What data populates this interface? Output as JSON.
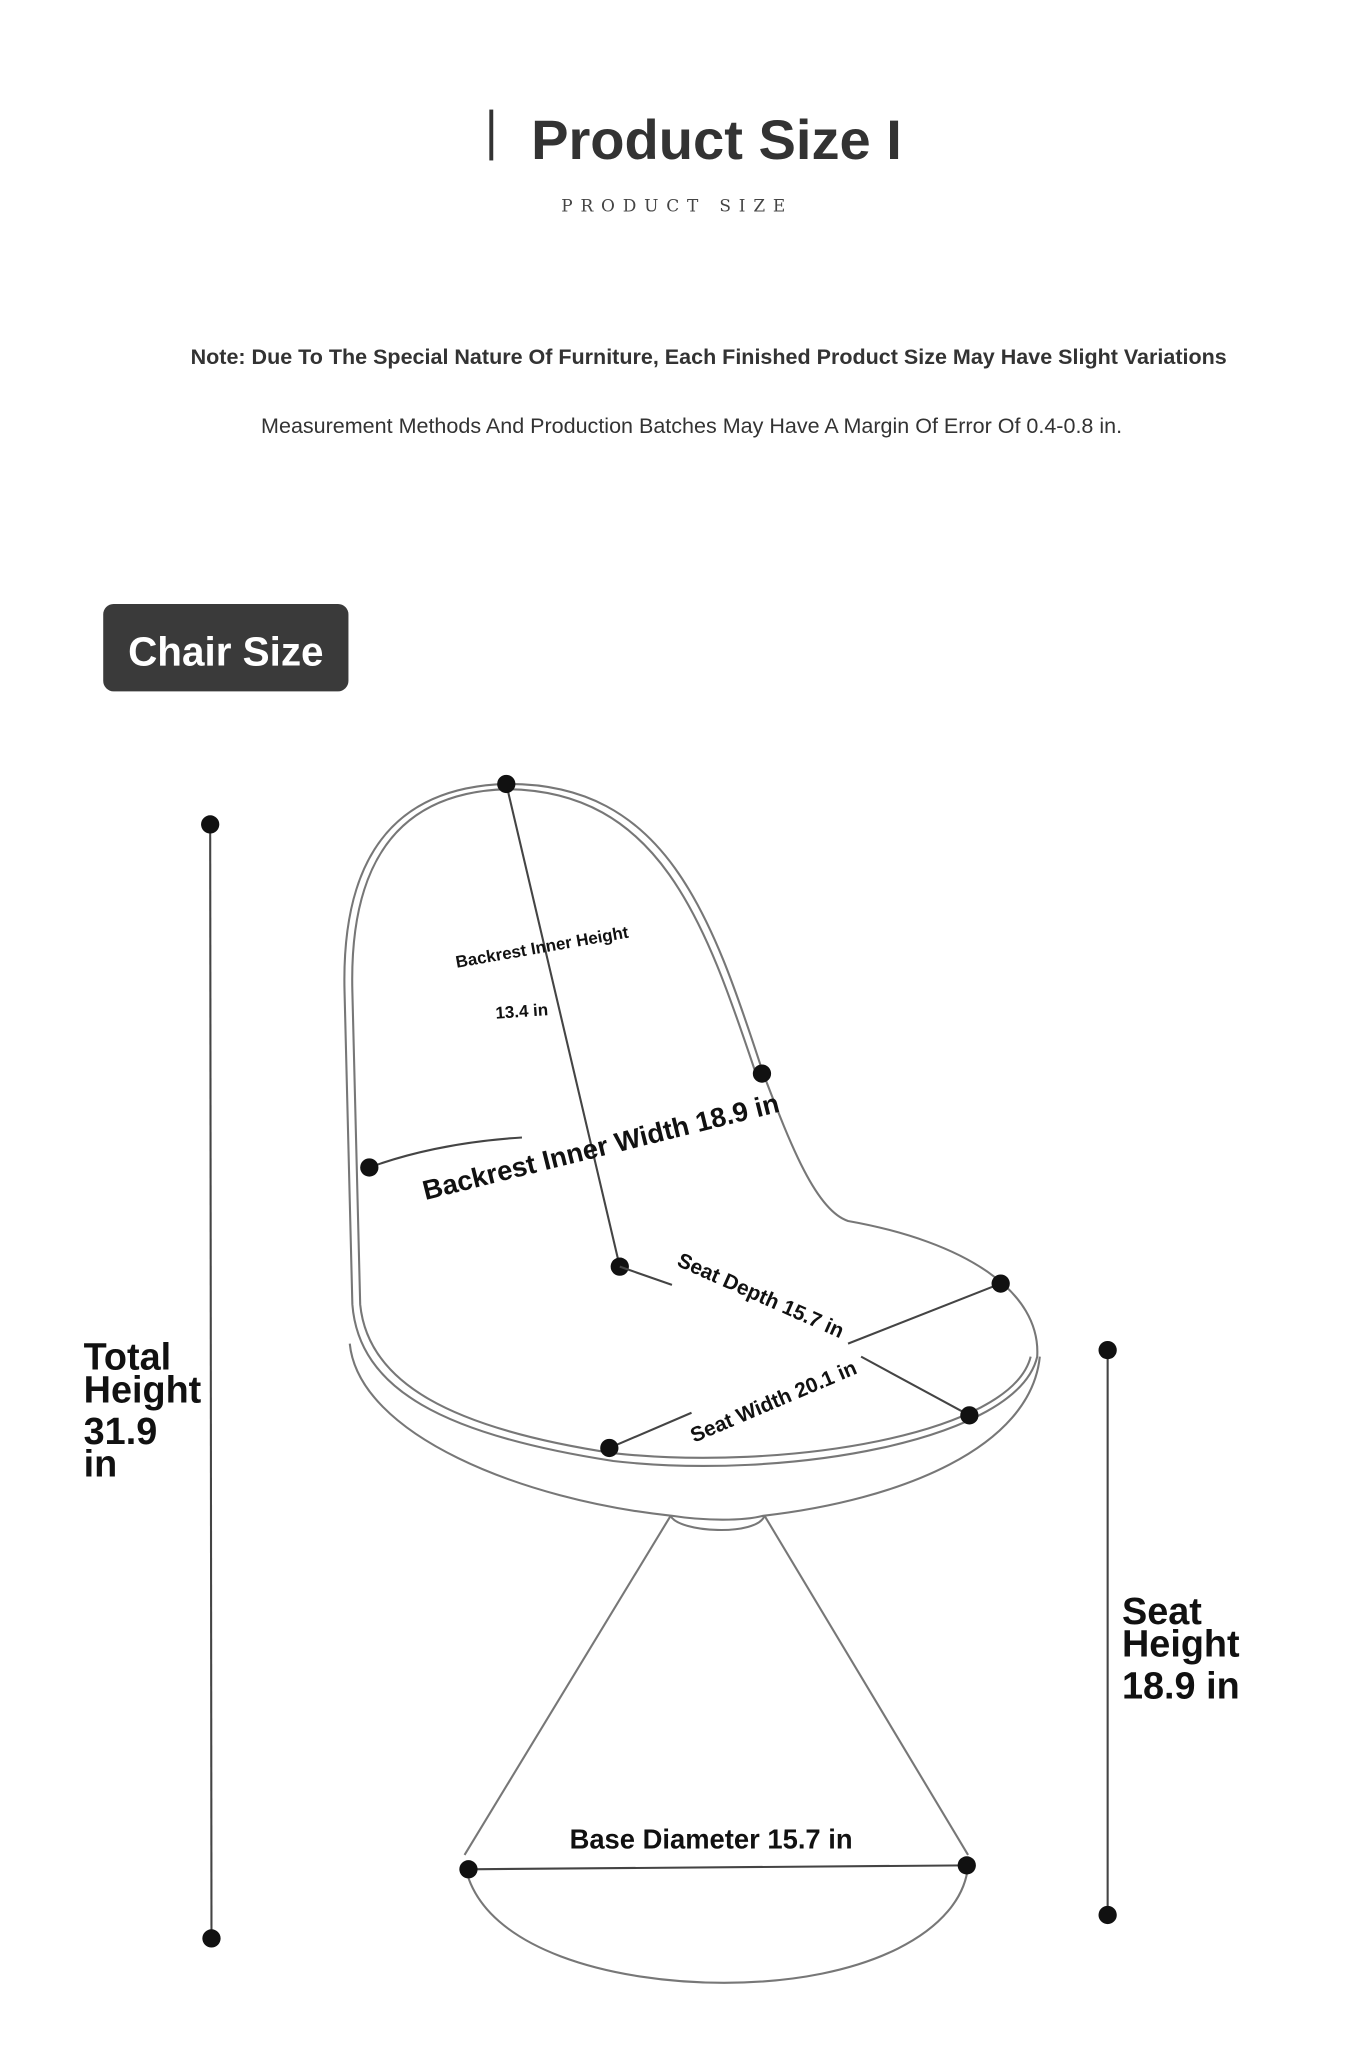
{
  "header": {
    "title": "Product Size I",
    "subtitle": "PRODUCT SIZE"
  },
  "notes": {
    "line1": "Note: Due To The Special Nature Of Furniture, Each Finished Product Size May Have Slight Variations",
    "line2": "Measurement Methods And Production Batches May Have A Margin Of Error Of 0.4-0.8 in."
  },
  "section_badge": "Chair Size",
  "dimensions": {
    "total_height": {
      "lines": [
        "Total",
        "Height",
        "31.9",
        "in"
      ]
    },
    "seat_height": {
      "lines": [
        "Seat",
        "Height",
        "18.9 in"
      ]
    },
    "backrest_inner_height": {
      "label": "Backrest Inner Height",
      "value": "13.4 in"
    },
    "backrest_inner_width": "Backrest Inner Width 18.9 in",
    "seat_depth": "Seat Depth 15.7 in",
    "seat_width": "Seat Width 20.1 in",
    "base_diameter": "Base Diameter 15.7 in"
  },
  "colors": {
    "text": "#333333",
    "badge": "#3a3a3a",
    "badge_text": "#ffffff"
  }
}
